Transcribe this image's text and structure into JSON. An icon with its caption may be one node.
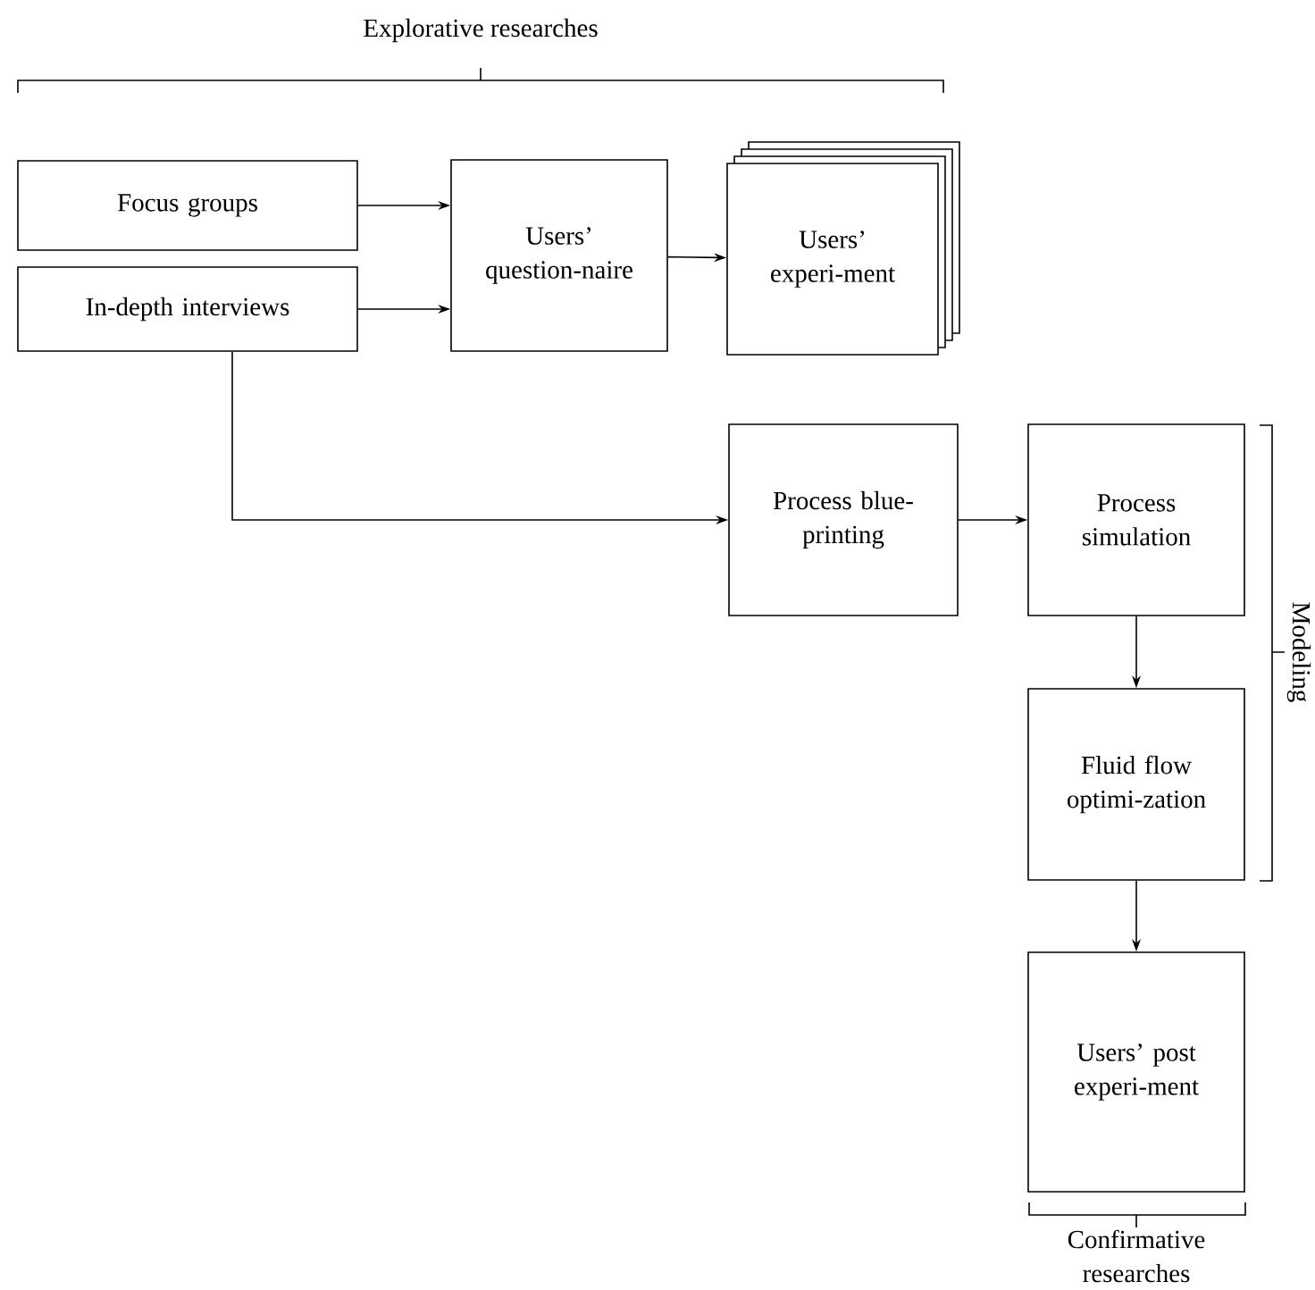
{
  "diagram": {
    "nodes": [
      {
        "text": [
          "Focus groups"
        ]
      },
      {
        "text": [
          "In-depth interviews"
        ]
      },
      {
        "text": [
          "Users’ question-naire"
        ]
      },
      {
        "text": [
          "Users’ experi-ment"
        ]
      },
      {
        "text": [
          "Process blue-printing"
        ]
      },
      {
        "text": [
          "Process simulation"
        ]
      },
      {
        "text": [
          "Fluid flow optimi-zation"
        ]
      },
      {
        "text": [
          "Users’ post experi-ment"
        ]
      }
    ],
    "edges": [
      {
        "from": 0,
        "to": 2,
        "arrow": "to"
      },
      {
        "from": 1,
        "to": 2,
        "arrow": "to"
      },
      {
        "from": 2,
        "to": 3,
        "arrow": "to"
      },
      {
        "from": 1,
        "to": 4,
        "arrow": "to"
      },
      {
        "from": 4,
        "to": 5,
        "arrow": "to"
      },
      {
        "from": 5,
        "to": 6,
        "arrow": "to"
      },
      {
        "from": 6,
        "to": 7,
        "arrow": "to"
      }
    ],
    "labels": [
      "Explorative researches",
      "Modeling",
      "Confirmative researches"
    ]
  }
}
